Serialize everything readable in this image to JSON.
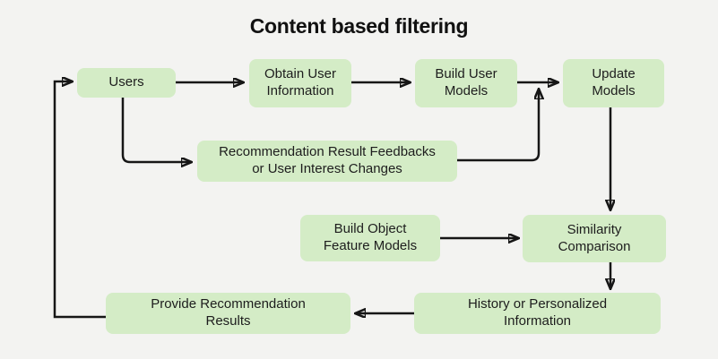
{
  "title": "Content based filtering",
  "colors": {
    "background": "#f3f3f1",
    "node_fill": "#d4ecc6",
    "line": "#161616",
    "text": "#1d1d1d"
  },
  "nodes": {
    "users": {
      "label": "Users"
    },
    "obtain_user_information": {
      "label": "Obtain User\nInformation"
    },
    "build_user_models": {
      "label": "Build User\nModels"
    },
    "update_models": {
      "label": "Update\nModels"
    },
    "recommendation_result_feedbacks": {
      "label": "Recommendation Result Feedbacks\nor User Interest Changes"
    },
    "build_object_feature_models": {
      "label": "Build Object\nFeature Models"
    },
    "similarity_comparison": {
      "label": "Similarity\nComparison"
    },
    "history_or_personalized_information": {
      "label": "History or Personalized\nInformation"
    },
    "provide_recommendation_results": {
      "label": "Provide Recommendation\nResults"
    }
  },
  "edges": [
    {
      "from": "users",
      "to": "obtain_user_information"
    },
    {
      "from": "obtain_user_information",
      "to": "build_user_models"
    },
    {
      "from": "build_user_models",
      "to": "update_models"
    },
    {
      "from": "users",
      "to": "recommendation_result_feedbacks"
    },
    {
      "from": "recommendation_result_feedbacks",
      "to": "update_models"
    },
    {
      "from": "update_models",
      "to": "similarity_comparison"
    },
    {
      "from": "build_object_feature_models",
      "to": "similarity_comparison"
    },
    {
      "from": "similarity_comparison",
      "to": "history_or_personalized_information"
    },
    {
      "from": "history_or_personalized_information",
      "to": "provide_recommendation_results"
    },
    {
      "from": "provide_recommendation_results",
      "to": "users"
    }
  ]
}
